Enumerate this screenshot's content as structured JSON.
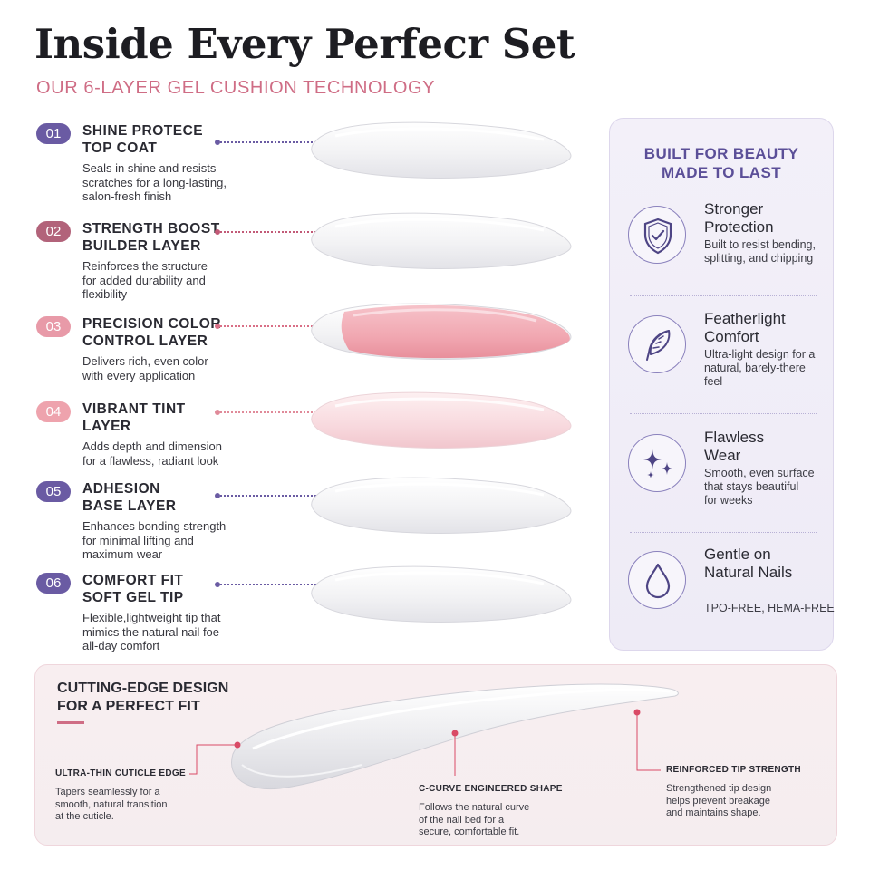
{
  "header": {
    "title": "Inside Every Perfecr Set",
    "subtitle": "OUR 6-LAYER GEL CUSHION TECHNOLOGY"
  },
  "layers": [
    {
      "num": "01",
      "title_line1": "SHINE PROTECE",
      "title_line2": "TOP COAT",
      "desc": [
        "Seals in shine and resists",
        "scratches for a long-lasting,",
        "salon-fresh finish"
      ],
      "badge_color": "#6a5ba3",
      "line_color": "#6a5ba3",
      "nail_tint": "clear"
    },
    {
      "num": "02",
      "title_line1": "STRENGTH BOOST",
      "title_line2": "BUILDER LAYER",
      "desc": [
        "Reinforces the structure",
        "for added durability and",
        "flexibility"
      ],
      "badge_color": "#b2637a",
      "line_color": "#c25a77",
      "nail_tint": "clear"
    },
    {
      "num": "03",
      "title_line1": "PRECISION COLOR",
      "title_line2": "CONTROL LAYER",
      "desc": [
        "Delivers rich, even color",
        "with every application"
      ],
      "badge_color": "#e89aa8",
      "line_color": "#d96f86",
      "nail_tint": "pink"
    },
    {
      "num": "04",
      "title_line1": "VIBRANT TINT",
      "title_line2": "LAYER",
      "desc": [
        "Adds depth and dimension",
        "for a flawless, radiant look"
      ],
      "badge_color": "#eea3ad",
      "line_color": "#e08a99",
      "nail_tint": "light-pink"
    },
    {
      "num": "05",
      "title_line1": "ADHESION",
      "title_line2": "BASE LAYER",
      "desc": [
        "Enhances bonding strength",
        "for minimal lifting and",
        "maximum wear"
      ],
      "badge_color": "#6a5ba3",
      "line_color": "#6a5ba3",
      "nail_tint": "clear"
    },
    {
      "num": "06",
      "title_line1": "COMFORT FIT",
      "title_line2": "SOFT GEL TIP",
      "desc": [
        "Flexible,lightweight tip that",
        "mimics the natural nail foe",
        "all-day comfort"
      ],
      "badge_color": "#6a5ba3",
      "line_color": "#6a5ba3",
      "nail_tint": "clear"
    }
  ],
  "panel": {
    "title_line1": "BUILT FOR BEAUTY",
    "title_line2": "MADE TO LAST",
    "features": [
      {
        "icon": "shield-check-icon",
        "title": [
          "Stronger",
          "Protection"
        ],
        "desc": [
          "Built to resist bending,",
          "splitting, and chipping"
        ]
      },
      {
        "icon": "feather-icon",
        "title": [
          "Featherlight",
          "Comfort"
        ],
        "desc": [
          "Ultra-light design for a",
          "natural, barely-there",
          "feel"
        ]
      },
      {
        "icon": "sparkles-icon",
        "title": [
          "Flawless",
          "Wear"
        ],
        "desc": [
          "Smooth, even surface",
          "that stays beautiful",
          "for weeks"
        ]
      },
      {
        "icon": "droplet-icon",
        "title": [
          "Gentle on",
          "Natural Nails"
        ],
        "desc": [
          "TPO-FREE, HEMA-FREE"
        ]
      }
    ]
  },
  "design": {
    "title_line1": "CUTTING-EDGE DESIGN",
    "title_line2": "FOR A PERFECT FIT",
    "callouts": [
      {
        "title": "ULTRA-THIN CUTICLE EDGE",
        "desc": [
          "Tapers seamlessly for a",
          "smooth, natural transition",
          "at the cuticle."
        ]
      },
      {
        "title": "C-CURVE ENGINEERED SHAPE",
        "desc": [
          "Follows the natural curve",
          "of the nail bed for a",
          "secure, comfortable fit."
        ]
      },
      {
        "title": "REINFORCED TIP STRENGTH",
        "desc": [
          "Strengthened tip design",
          "helps prevent breakage",
          "and maintains shape."
        ]
      }
    ]
  },
  "colors": {
    "accent_pink": "#cf6d85",
    "accent_purple": "#5b4f98"
  }
}
